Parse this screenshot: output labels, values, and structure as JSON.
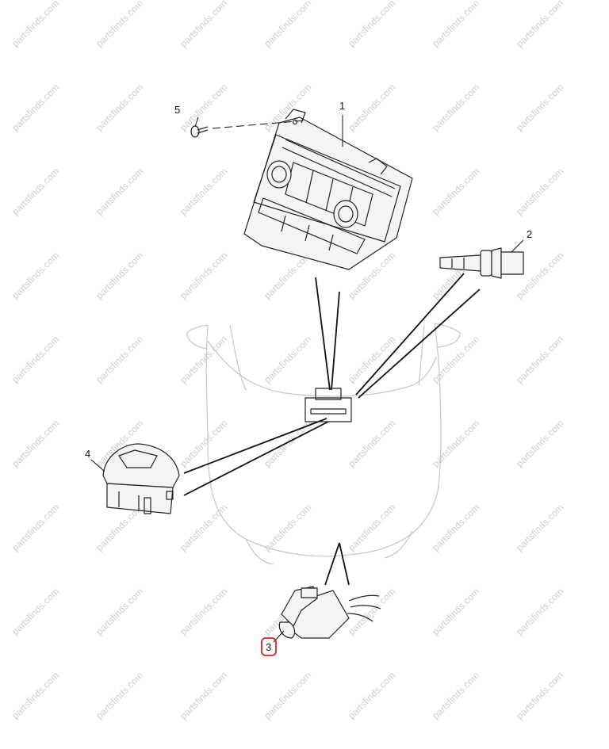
{
  "watermark": {
    "text": "partsfinds.com"
  },
  "callouts": [
    {
      "id": "1",
      "label": "1"
    },
    {
      "id": "2",
      "label": "2"
    },
    {
      "id": "3",
      "label": "3",
      "selected": true
    },
    {
      "id": "4",
      "label": "4"
    },
    {
      "id": "5",
      "label": "5"
    }
  ],
  "colors": {
    "selection": "#e02020",
    "car_outline": "#c9c9c9",
    "parts": "#222222",
    "watermark": "#cfcfcf"
  }
}
